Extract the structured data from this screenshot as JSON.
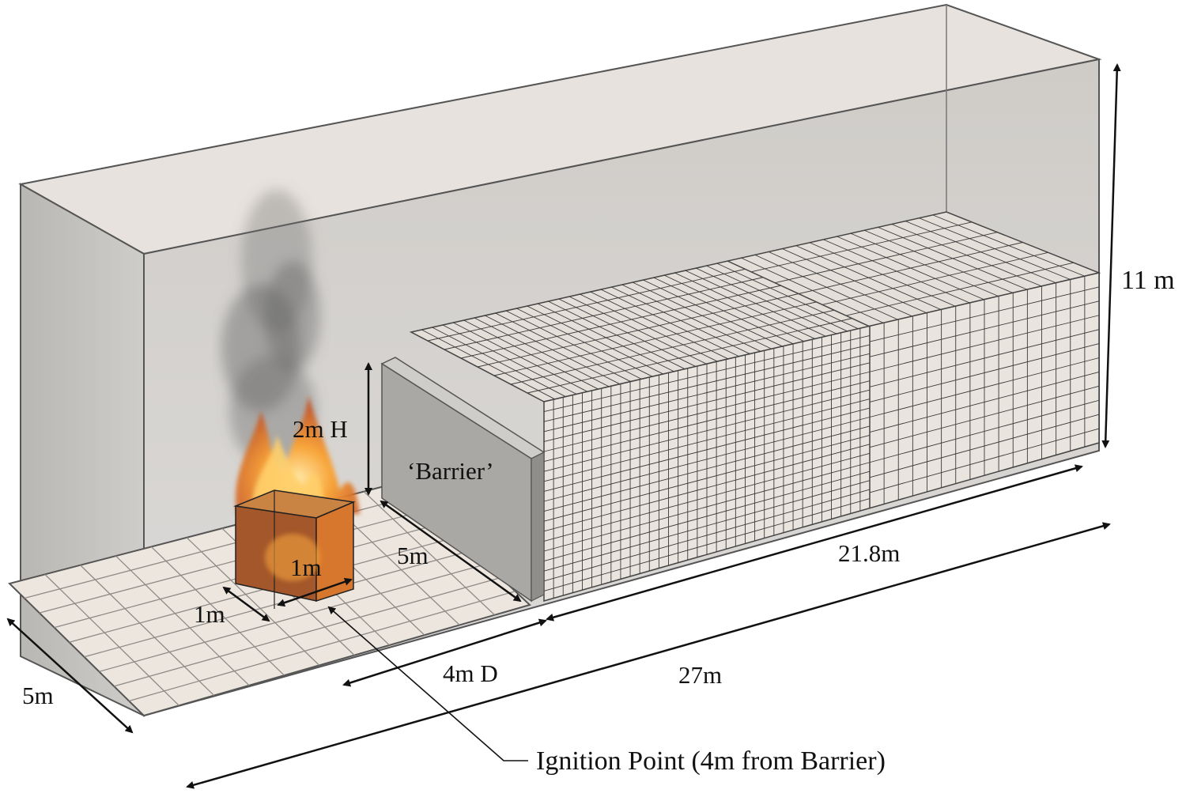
{
  "diagram": {
    "labels": {
      "box_height": "11 m",
      "width_left": "5m",
      "fire_len_a": "1m",
      "fire_len_b": "1m",
      "barrier_width": "5m",
      "barrier_height": "2m H",
      "barrier_name": "‘Barrier’",
      "distance": "4m D",
      "mesh_length": "21.8m",
      "total_length": "27m",
      "ignition_note": "Ignition Point (4m from Barrier)"
    },
    "colors": {
      "enclosure_wall": "#c9c7c4",
      "floor": "#ece6de",
      "barrier": "#a9a8a5",
      "mesh_line": "#3a3a3a",
      "flame": "#f08a1c",
      "smoke": "#6d6d6d"
    }
  }
}
